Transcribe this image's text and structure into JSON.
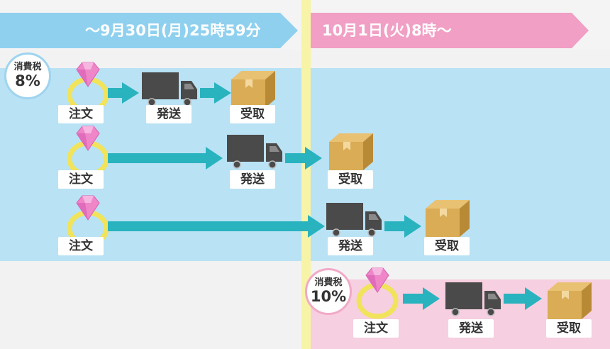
{
  "banner_before": "～9月30日(月)25時59分",
  "banner_after": "10月1日(火)8時～",
  "badge_8": {
    "label": "消費税",
    "rate": "8%"
  },
  "badge_10": {
    "label": "消費税",
    "rate": "10%"
  },
  "step_order": "注文",
  "step_ship": "発送",
  "step_receive": "受取",
  "colors": {
    "banner_blue": "#8fd0ef",
    "banner_pink": "#f19fc4",
    "arrow_teal": "#29b3be",
    "truck": "#4a4a4a",
    "box": "#d9ac55",
    "ring_gold": "#f1e35a",
    "gem_pink": "#ee86c8"
  },
  "icons": [
    "ring-icon",
    "truck-icon",
    "box-icon",
    "arrow-right-icon"
  ]
}
